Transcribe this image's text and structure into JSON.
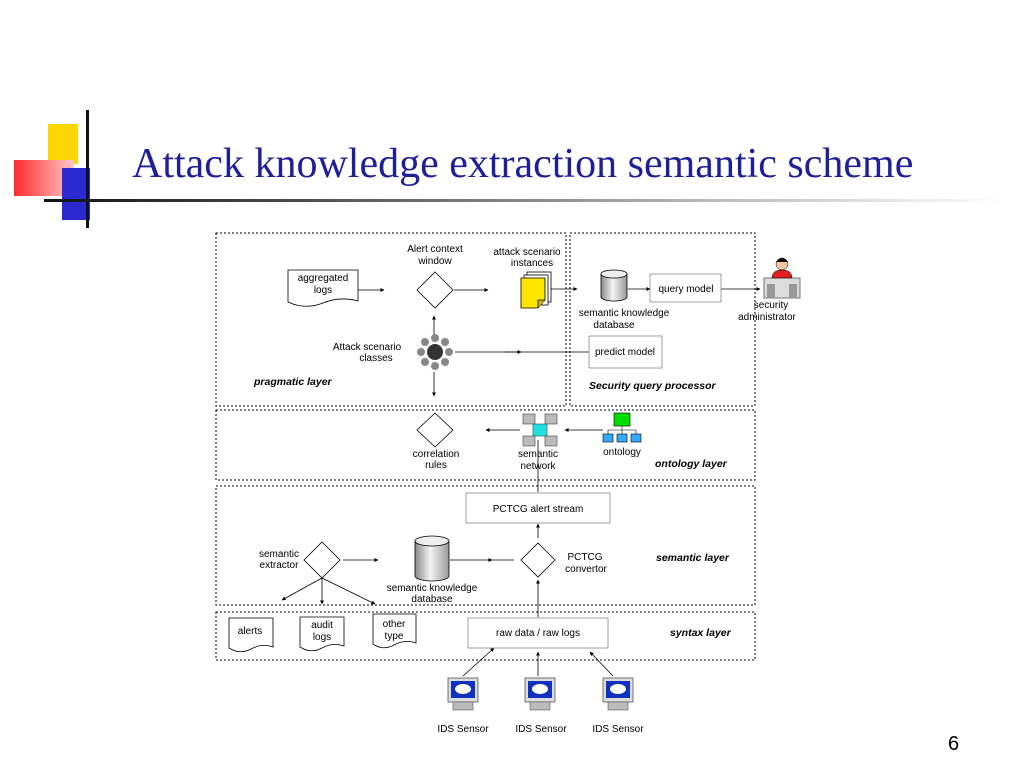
{
  "slide": {
    "title": "Attack knowledge extraction semantic scheme",
    "page_number": "6"
  },
  "colors": {
    "title": "#1f1f9a",
    "yellow": "#ffd700",
    "red": "#ff3030",
    "blue": "#2a2ad0",
    "sensor_screen": "#1030c0",
    "ontology_green": "#00dd00",
    "ontology_blue": "#33aaff",
    "user_red": "#e02020"
  },
  "diagram": {
    "layers": {
      "pragmatic": "pragmatic layer",
      "security_query": "Security query processor",
      "ontology": "ontology layer",
      "semantic": "semantic layer",
      "syntax": "syntax layer"
    },
    "labels": {
      "aggregated_logs": [
        "aggregated",
        "logs"
      ],
      "alert_context_window": [
        "Alert context",
        "window"
      ],
      "attack_scenario_instances": [
        "attack scenario",
        "instances"
      ],
      "semantic_kb_top": [
        "semantic knowledge",
        "database"
      ],
      "query_model": "query model",
      "security_admin": [
        "security",
        "administrator"
      ],
      "attack_scenario_classes": [
        "Attack scenario",
        "classes"
      ],
      "predict_model": "predict model",
      "correlation_rules": [
        "correlation",
        "rules"
      ],
      "semantic_network": [
        "semantic",
        "network"
      ],
      "ontology": "ontology",
      "pctcg_alert_stream": "PCTCG alert stream",
      "semantic_extractor": [
        "semantic",
        "extractor"
      ],
      "semantic_kb_mid": [
        "semantic knowledge",
        "database"
      ],
      "pctcg_convertor": [
        "PCTCG",
        "convertor"
      ],
      "alerts": "alerts",
      "audit_logs": [
        "audit",
        "logs"
      ],
      "other_type": [
        "other",
        "type"
      ],
      "raw_data": "raw data / raw logs",
      "ids_sensors": [
        "IDS Sensor",
        "IDS Sensor",
        "IDS Sensor"
      ]
    }
  }
}
